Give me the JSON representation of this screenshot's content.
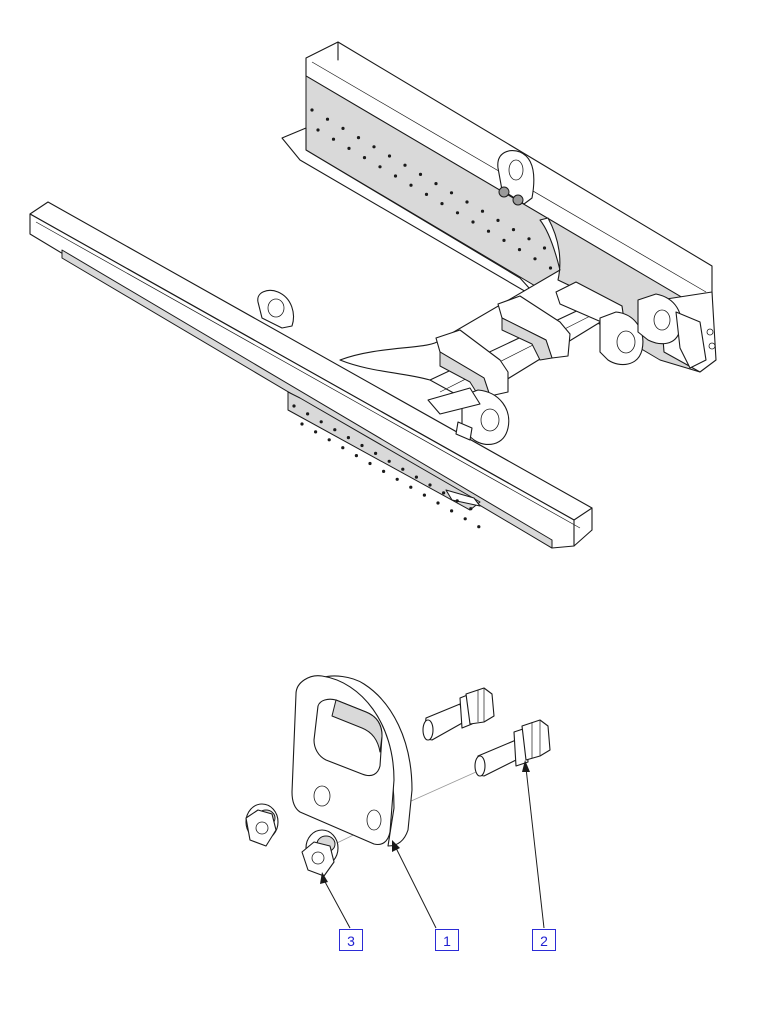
{
  "callouts": [
    {
      "id": "callout-3",
      "label": "3"
    },
    {
      "id": "callout-1",
      "label": "1"
    },
    {
      "id": "callout-2",
      "label": "2"
    }
  ],
  "colors": {
    "line": "#1a1a1a",
    "callout_border": "#2b2bd6",
    "callout_text": "#1f1fd0",
    "background": "#ffffff"
  }
}
